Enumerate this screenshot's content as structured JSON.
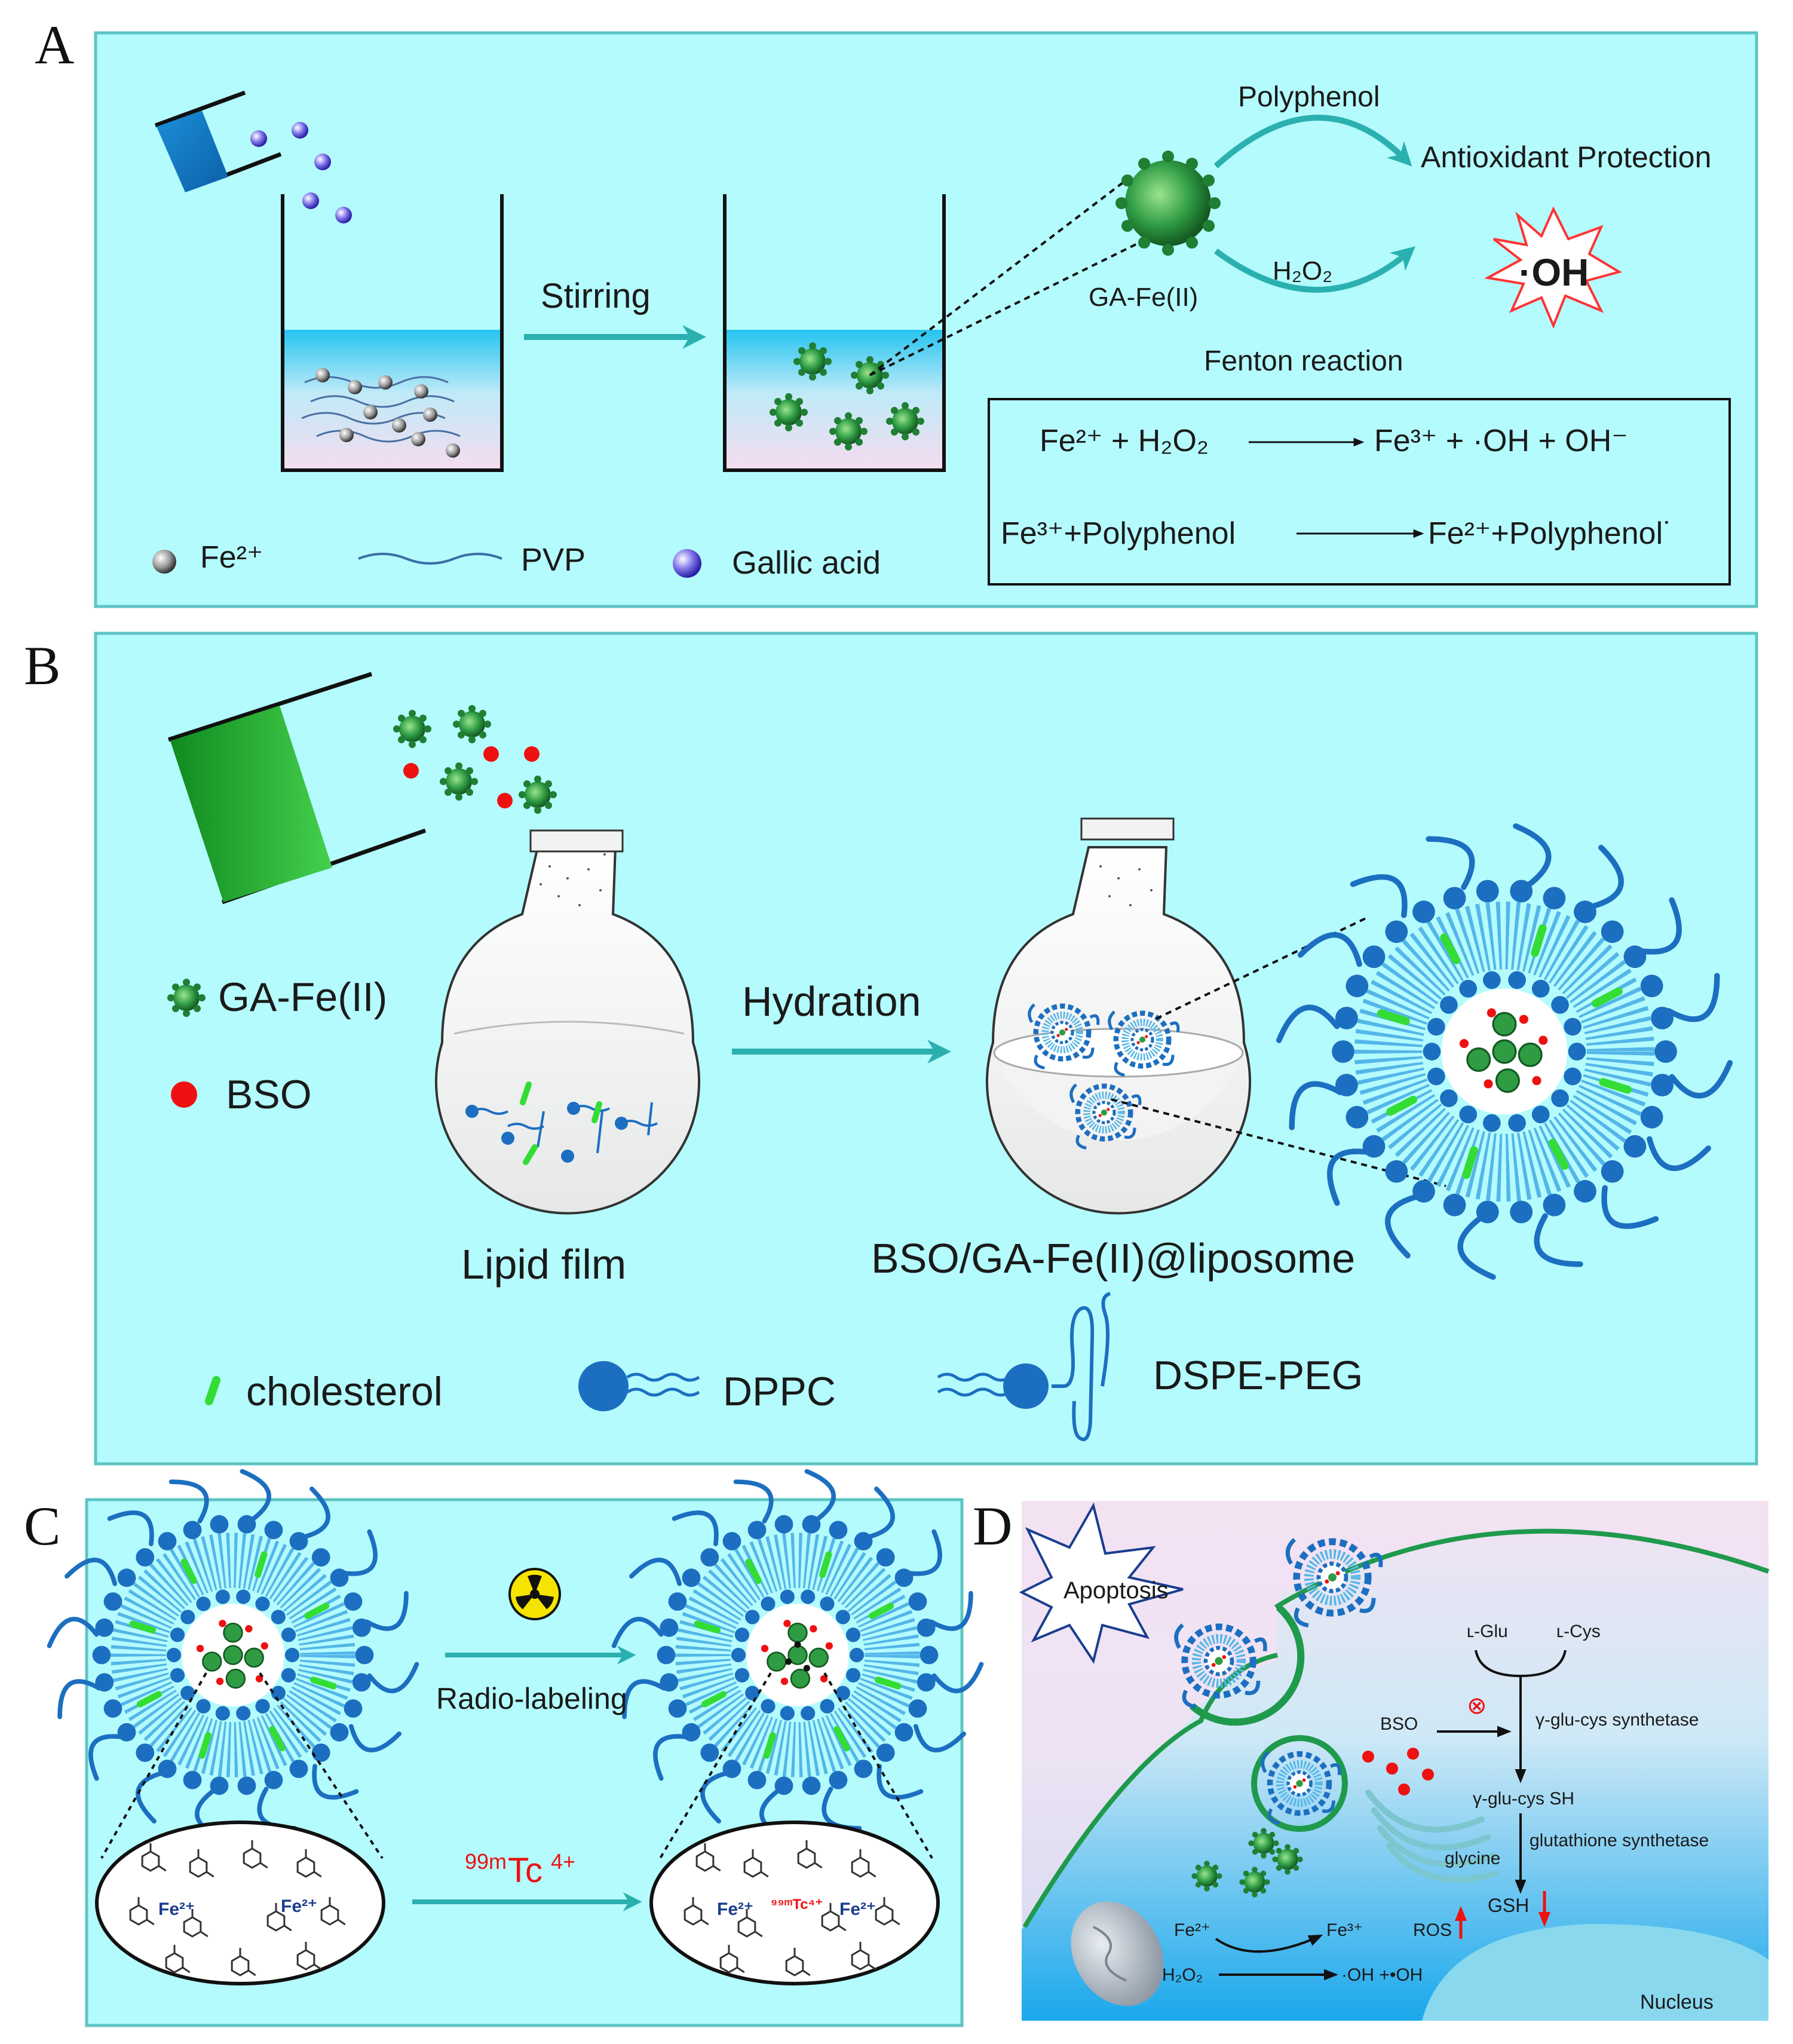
{
  "panels": {
    "a": {
      "letter": "A",
      "stirring": "Stirring",
      "polyphenol": "Polyphenol",
      "antioxidant": "Antioxidant Protection",
      "h2o2": "H₂O₂",
      "gafe": "GA-Fe(II)",
      "oh": "·OH",
      "fenton": "Fenton reaction",
      "eq1_left": "Fe²⁺ + H₂O₂",
      "eq1_right": "Fe³⁺ + ·OH + OH⁻",
      "eq2_left": "Fe³⁺+Polyphenol",
      "eq2_right": "Fe²⁺+Polyphenol˙",
      "legend_fe": "Fe²⁺",
      "legend_pvp": "PVP",
      "legend_ga": "Gallic acid"
    },
    "b": {
      "letter": "B",
      "legend_gafe": "GA-Fe(II)",
      "legend_bso": "BSO",
      "hydration": "Hydration",
      "lipid_film": "Lipid film",
      "product": "BSO/GA-Fe(II)@liposome",
      "legend_chol": "cholesterol",
      "legend_dppc": "DPPC",
      "legend_dspe": "DSPE-PEG"
    },
    "c": {
      "letter": "C",
      "radio_labeling": "Radio-labeling",
      "tc_sup": "99m",
      "tc": "Tc",
      "tc_charge": "4+",
      "fe_left_1": "Fe²⁺",
      "fe_left_2": "Fe²⁺",
      "fe_right_1": "Fe²⁺",
      "fe_right_2": "Fe²⁺",
      "tc_inner": "⁹⁹ᵐTc⁴⁺"
    },
    "d": {
      "letter": "D",
      "apoptosis": "Apoptosis",
      "lglu": "ʟ-Glu",
      "lcys": "ʟ-Cys",
      "synthetase1": "γ-glu-cys synthetase",
      "bso": "BSO",
      "inhibit": "⊗",
      "glucyssh": "γ-glu-cys SH",
      "glycine": "glycine",
      "synthetase2": "glutathione synthetase",
      "gsh": "GSH",
      "ros": "ROS",
      "fe2": "Fe²⁺",
      "fe3": "Fe³⁺",
      "h2o2": "H₂O₂",
      "oh": "·OH +•OH",
      "nucleus": "Nucleus"
    }
  },
  "colors": {
    "panel_bg": "#b4fbfd",
    "panel_border": "#5ec4c4",
    "arrow": "#2bb0b0",
    "lipid_blue": "#1c6fc0",
    "cluster_green": "#2f9c44",
    "bso_red": "#ee1111",
    "cholesterol_green": "#33dd33",
    "cell_green": "#1f9a4c"
  }
}
